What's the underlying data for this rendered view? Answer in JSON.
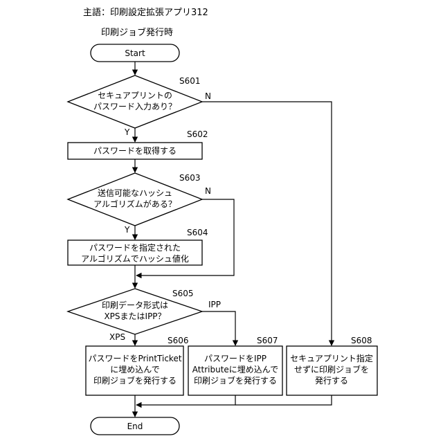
{
  "header": {
    "subject": "主語：印刷設定拡張アプリ312",
    "trigger": "印刷ジョブ発行時"
  },
  "nodes": {
    "start": {
      "label": "Start"
    },
    "s601": {
      "step": "S601",
      "line1": "セキュアプリントの",
      "line2": "パスワード入力あり？"
    },
    "s602": {
      "step": "S602",
      "line1": "パスワードを取得する"
    },
    "s603": {
      "step": "S603",
      "line1": "送信可能なハッシュ",
      "line2": "アルゴリズムがある？"
    },
    "s604": {
      "step": "S604",
      "line1": "パスワードを指定された",
      "line2": "アルゴリズムでハッシュ値化"
    },
    "s605": {
      "step": "S605",
      "line1": "印刷データ形式は",
      "line2": "XPSまたはIPP？"
    },
    "s606": {
      "step": "S606",
      "line1": "パスワードをPrintTicket",
      "line2": "に埋め込んで",
      "line3": "印刷ジョブを発行する"
    },
    "s607": {
      "step": "S607",
      "line1": "パスワードをIPP",
      "line2": "Attributeに埋め込んで",
      "line3": "印刷ジョブを発行する"
    },
    "s608": {
      "step": "S608",
      "line1": "セキュアプリント指定",
      "line2": "せずに印刷ジョブを",
      "line3": "発行する"
    },
    "end": {
      "label": "End"
    }
  },
  "edges": {
    "s601_yes": "Y",
    "s601_no": "N",
    "s603_yes": "Y",
    "s603_no": "N",
    "s605_xps": "XPS",
    "s605_ipp": "IPP"
  }
}
